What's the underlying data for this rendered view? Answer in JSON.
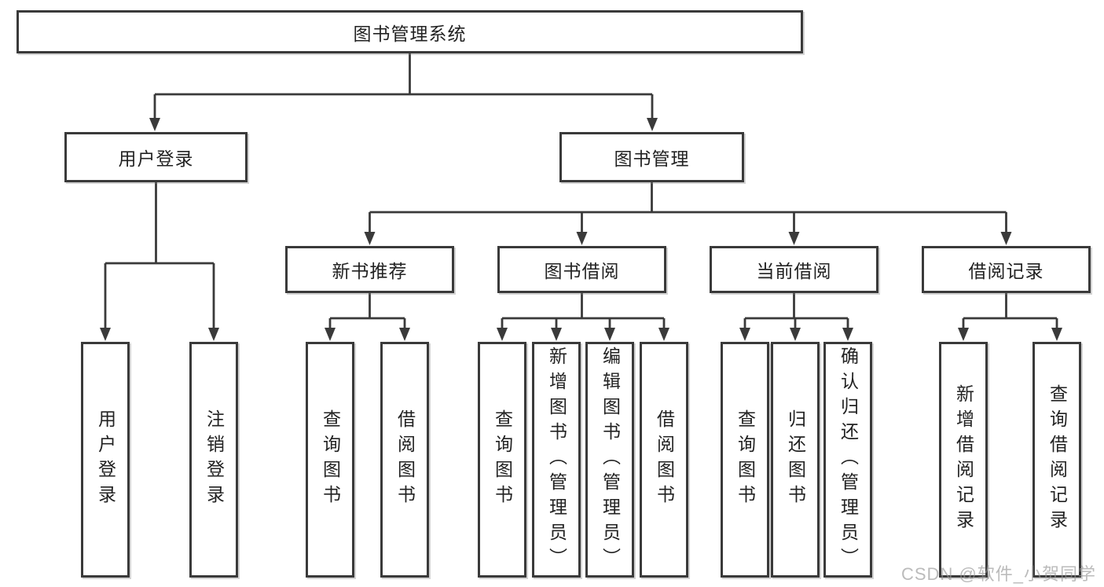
{
  "page": {
    "background": "#ffffff"
  },
  "colors": {
    "box_border": "#3a3a3a",
    "connector": "#3a3a3a",
    "text": "#222222",
    "watermark_text": "#9a9a9a"
  },
  "tree": {
    "root": {
      "label": "图书管理系统"
    },
    "level2": [
      {
        "label": "用户登录",
        "leaves": [
          "用户登录",
          "注销登录"
        ]
      },
      {
        "label": "图书管理",
        "children": [
          {
            "label": "新书推荐",
            "leaves": [
              "查询图书",
              "借阅图书"
            ]
          },
          {
            "label": "图书借阅",
            "leaves": [
              "查询图书",
              "新增图书（管理员）",
              "编辑图书（管理员）",
              "借阅图书"
            ]
          },
          {
            "label": "当前借阅",
            "leaves": [
              "查询图书",
              "归还图书",
              "确认归还（管理员）"
            ]
          },
          {
            "label": "借阅记录",
            "leaves": [
              "新增借阅记录",
              "查询借阅记录"
            ]
          }
        ]
      }
    ]
  },
  "watermark": {
    "text": "CSDN @软件_小贺同学"
  }
}
